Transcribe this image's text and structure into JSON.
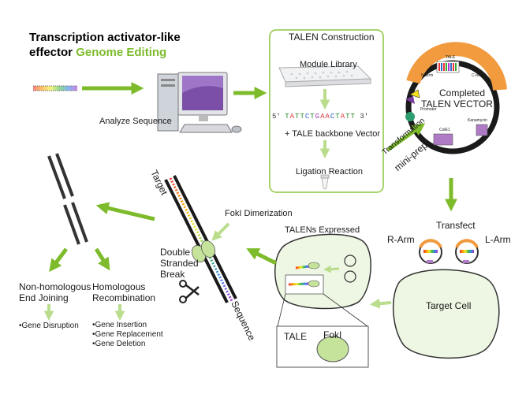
{
  "title": {
    "line1": "Transcription activator-like",
    "line2_prefix": "effector ",
    "line2_highlight": "Genome Editing"
  },
  "labels": {
    "analyze_sequence": "Analyze Sequence",
    "talen_construction": "TALEN Construction",
    "module_library": "Module Library",
    "backbone_vector": "+ TALE backbone Vector",
    "ligation_reaction": "Ligation Reaction",
    "completed": "Completed",
    "talen_vector": "TALEN VECTOR",
    "transformation": "Transformation",
    "mini_prep": "mini-prep",
    "transfect": "Transfect",
    "r_arm": "R-Arm",
    "l_arm": "L-Arm",
    "target_cell": "Target Cell",
    "talens_expressed": "TALENs Expressed",
    "tale": "TALE",
    "foki": "FokI",
    "foki_dimerization": "FokI Dimerization",
    "double_stranded_break": [
      "Double",
      "Stranded",
      "Break"
    ],
    "target": "Target",
    "sequence": "Sequence",
    "nhej": [
      "Non-homologous",
      "End Joining"
    ],
    "hr": [
      "Homologous",
      "Recombination"
    ],
    "nhej_outcomes": [
      "•Gene Disruption"
    ],
    "hr_outcomes": [
      "•Gene Insertion",
      "•Gene Replacement",
      "•Gene Deletion"
    ]
  },
  "plasmid_labels": {
    "tale": "TALE",
    "n_term": "N-term",
    "c_term": "C-term",
    "promoter": "Promoter",
    "kanamycin": "Kanamycin",
    "ecoli": "ColE1"
  },
  "sequence_row": {
    "prime5": "5'",
    "prime3": "3'",
    "bases": [
      "T",
      "A",
      "T",
      "T",
      "C",
      "T",
      "G",
      "A",
      "A",
      "C",
      "T",
      "A",
      "T",
      "T"
    ]
  },
  "colors": {
    "arrow_green": "#7dbb2b",
    "arrow_light": "#b9dd8c",
    "box_border": "#8cc63f",
    "cell_fill": "#eef7e3",
    "nucleus_fill": "#c5e39b",
    "plasmid_orange": "#f19a3e",
    "plasmid_purple": "#b07bc6"
  },
  "icons": [
    "computer-icon",
    "well-plate-icon",
    "tube-icon",
    "scissors-icon",
    "plasmid-icon"
  ]
}
